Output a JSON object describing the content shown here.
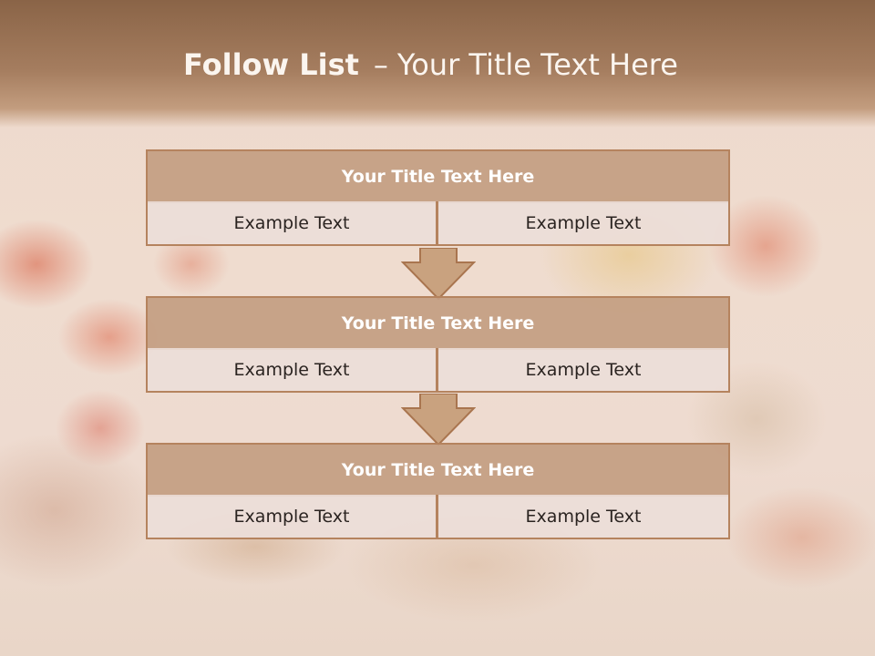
{
  "title": {
    "bold": "Follow List",
    "separator": "–",
    "rest": "Your Title Text Here"
  },
  "steps": [
    {
      "header": "Your Title Text Here",
      "left": "Example Text",
      "right": "Example Text"
    },
    {
      "header": "Your Title Text Here",
      "left": "Example Text",
      "right": "Example Text"
    },
    {
      "header": "Your Title Text Here",
      "left": "Example Text",
      "right": "Example Text"
    }
  ],
  "colors": {
    "header_fill": "#c49e82",
    "cell_fill": "#ecded8",
    "border": "#b5835e",
    "arrow_fill": "#c9a27f",
    "top_band": "#8a6447"
  },
  "icons": [
    "down-arrow-icon",
    "down-arrow-icon"
  ]
}
